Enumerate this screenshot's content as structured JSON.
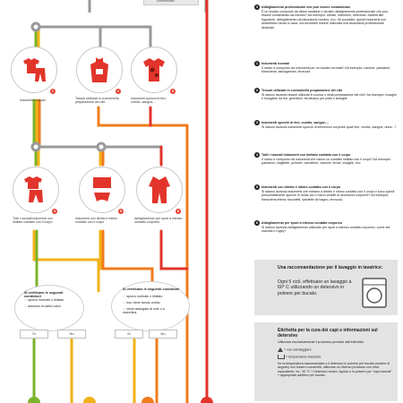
{
  "top_label": "contaminato",
  "colors": {
    "green": "#7cb32c",
    "yellow": "#f2b218",
    "orange": "#f07c1c",
    "red": "#e2342a",
    "gray": "#c8c8c8"
  },
  "row1": {
    "items": [
      {
        "caption": "Indumenti normali",
        "icon": "tshirt-pants-icon",
        "badge": "1"
      },
      {
        "caption": "Tessuti utilizzati in cucina/nella preparazione dei cibi",
        "icon": "apron-icon",
        "badge": "2"
      },
      {
        "caption": "Indumenti sporchi di feci, vomito, sangue,...",
        "icon": "stained-shirt-icon",
        "badge": "3"
      }
    ]
  },
  "row2": {
    "items": [
      {
        "caption": "Tutti i normali indumenti con limitato contatto con il corpo",
        "icon": "shirt-pants-icon",
        "badge": "4"
      },
      {
        "caption": "Indumenti con diretto e intimo contatto con il corpo",
        "icon": "underwear-towel-icon",
        "badge": "5"
      },
      {
        "caption": "Abbigliamento per sport a intenso contatto corporeo",
        "icon": "sport-suit-icon",
        "badge": "6"
      }
    ]
  },
  "conditions": [
    {
      "title": "Si verificano le seguenti condizioni",
      "items": [
        "sporco normale o limitato",
        "assenza di cattivi odori"
      ]
    },
    {
      "title": "Si verificano le seguenti condizioni",
      "items": [
        "sporco normale o limitato",
        "non viene tanuto umido",
        "viene asciugato al sole o a macchina"
      ]
    }
  ],
  "answers": [
    "Sì",
    "No",
    "Sì",
    "No"
  ],
  "right_panel": [
    {
      "num": "3",
      "title": "Abbigliamento professionale che può essere contaminato",
      "body": "È un bucato composto da divise sanitarie o da altro abbigliamento professionale che può essere contaminato da microbi? Ad esempio: medici, infermieri, veterinari. Addetti alle fognature, abbigliamento da laboratorio medico, ecc. Se possibile, questi indumenti non andrebbero lavati in casa, ma dovrebbe essere utilizzata una lavanderia professionale dedicata."
    },
    {
      "num": "1",
      "title": "Indumenti normali",
      "body": "Il carico è composto da indumenti per un bucato normale? Ad esempio: camicie, pantaloni, biancheria, asciugamani, lenzuola"
    },
    {
      "num": "2",
      "title": "Tessuti utilizzati in cucina/nella preparazione dei cibi",
      "body": "Si stanno lavando tessuti utilizzati in cucina o nella preparazione dei cibi? Ad esempio: tovaglie e tovagliolo da the, grembiuli, strofinacci per piatti e stoviglie"
    },
    {
      "num": "3",
      "title": "Indumenti sporchi di feci, vomito, sangue,...",
      "body": "Si stanno lavando indumenti sporchi di secrezioni corporee quali feci, vomito, sangue, urina...?"
    },
    {
      "num": "4",
      "title": "Tutti i normali indumenti con limitato contatto con il corpo",
      "body": "Il carico è composto da indumenti che hanno un contatto limitato con il corpo? Ad esempio: pantaloni, magliette, pullover, canottiere, camicie, tende, tovaglie, ecc."
    },
    {
      "num": "5",
      "title": "Indumenti con diretto e intimo contatto con il corpo",
      "body": "Si stanno lavando indumenti che entrano a diretto e intimo contatto con il corpo e sono quindi presumibilmente sporchi in modo più o meno visibile di secrezioni corporee? Ad esempio: biancheria intima, fazzoletti, salviette da bagno, lenzuola."
    },
    {
      "num": "6",
      "title": "Abbigliamento per sport a intenso contatto corporeo",
      "body": "Si stanno lavando abbigliamento utilizzato per sport a intenso contatto corporeo, come arti marziali o rugby?"
    }
  ],
  "washer_box": {
    "title": "Una raccomandazione per il lavaggio in lavatrice:",
    "body": "Ogni 5 cicli, effettuare un lavaggio a 60° C utilizzando un detersivo in polvere per bucato."
  },
  "label_box": {
    "title": "Etichetta per la cura dei capi e informazioni sul detersivo",
    "intro": "Utilizzare esclusivamente il processo previsto dall'etichetta:",
    "rows": [
      "= non candeggiare",
      "= temperatura massima"
    ],
    "body": "Se la temperatura raccomandata o il detersivo in polvere per bucato (vedere di seguito) non fossero consentiti, utilizzare un diverso processo con resa equivalente, es.: 30 °C + Detersivo neutro, liquido o in polvere per \"capi colorati\" + appropriate additivo per bucato"
  }
}
